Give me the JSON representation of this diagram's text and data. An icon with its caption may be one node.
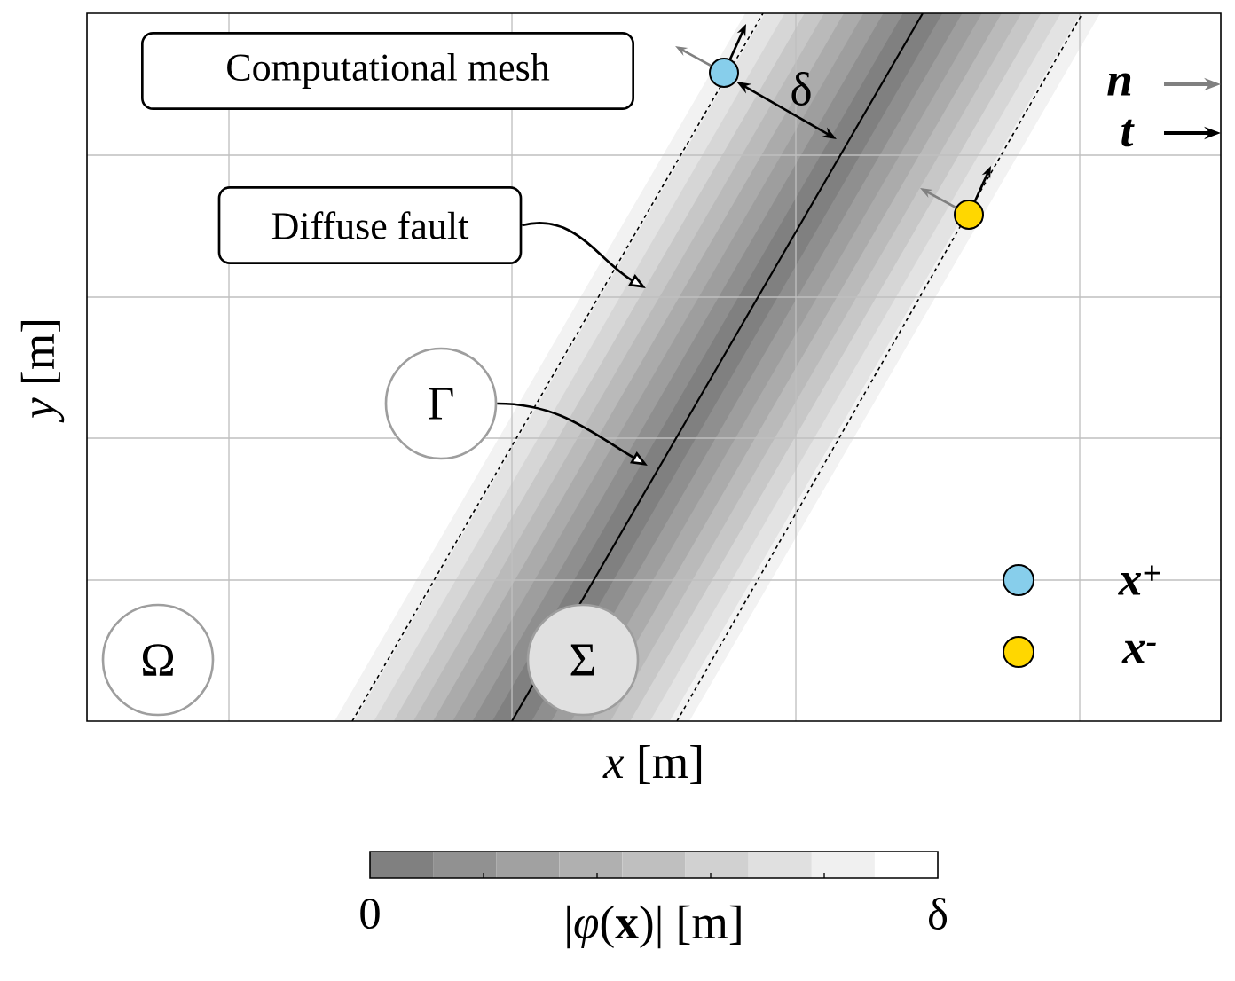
{
  "diagram": {
    "nodes": [
      {
        "text": [
          "Computational mesh"
        ]
      },
      {
        "text": [
          "Diffuse fault"
        ]
      },
      {
        "text": [
          "Γ"
        ]
      },
      {
        "text": [
          "Ω"
        ]
      },
      {
        "text": [
          "Σ"
        ]
      }
    ],
    "edges": [
      {
        "from": 1,
        "to": null,
        "arrow": "to"
      },
      {
        "from": 2,
        "to": null,
        "arrow": "to"
      }
    ],
    "labels": [
      "δ",
      "*y* [m]",
      "*x* [m]",
      "0",
      "|*φ*(**x**)| [m]",
      "δ"
    ],
    "legend": [
      {
        "text": "n"
      },
      {
        "text": "t"
      },
      {
        "text": "x$^{+}$",
        "color": "#87ceeb"
      },
      {
        "text": "x$^{-}$",
        "color": "#ffd700"
      }
    ]
  }
}
